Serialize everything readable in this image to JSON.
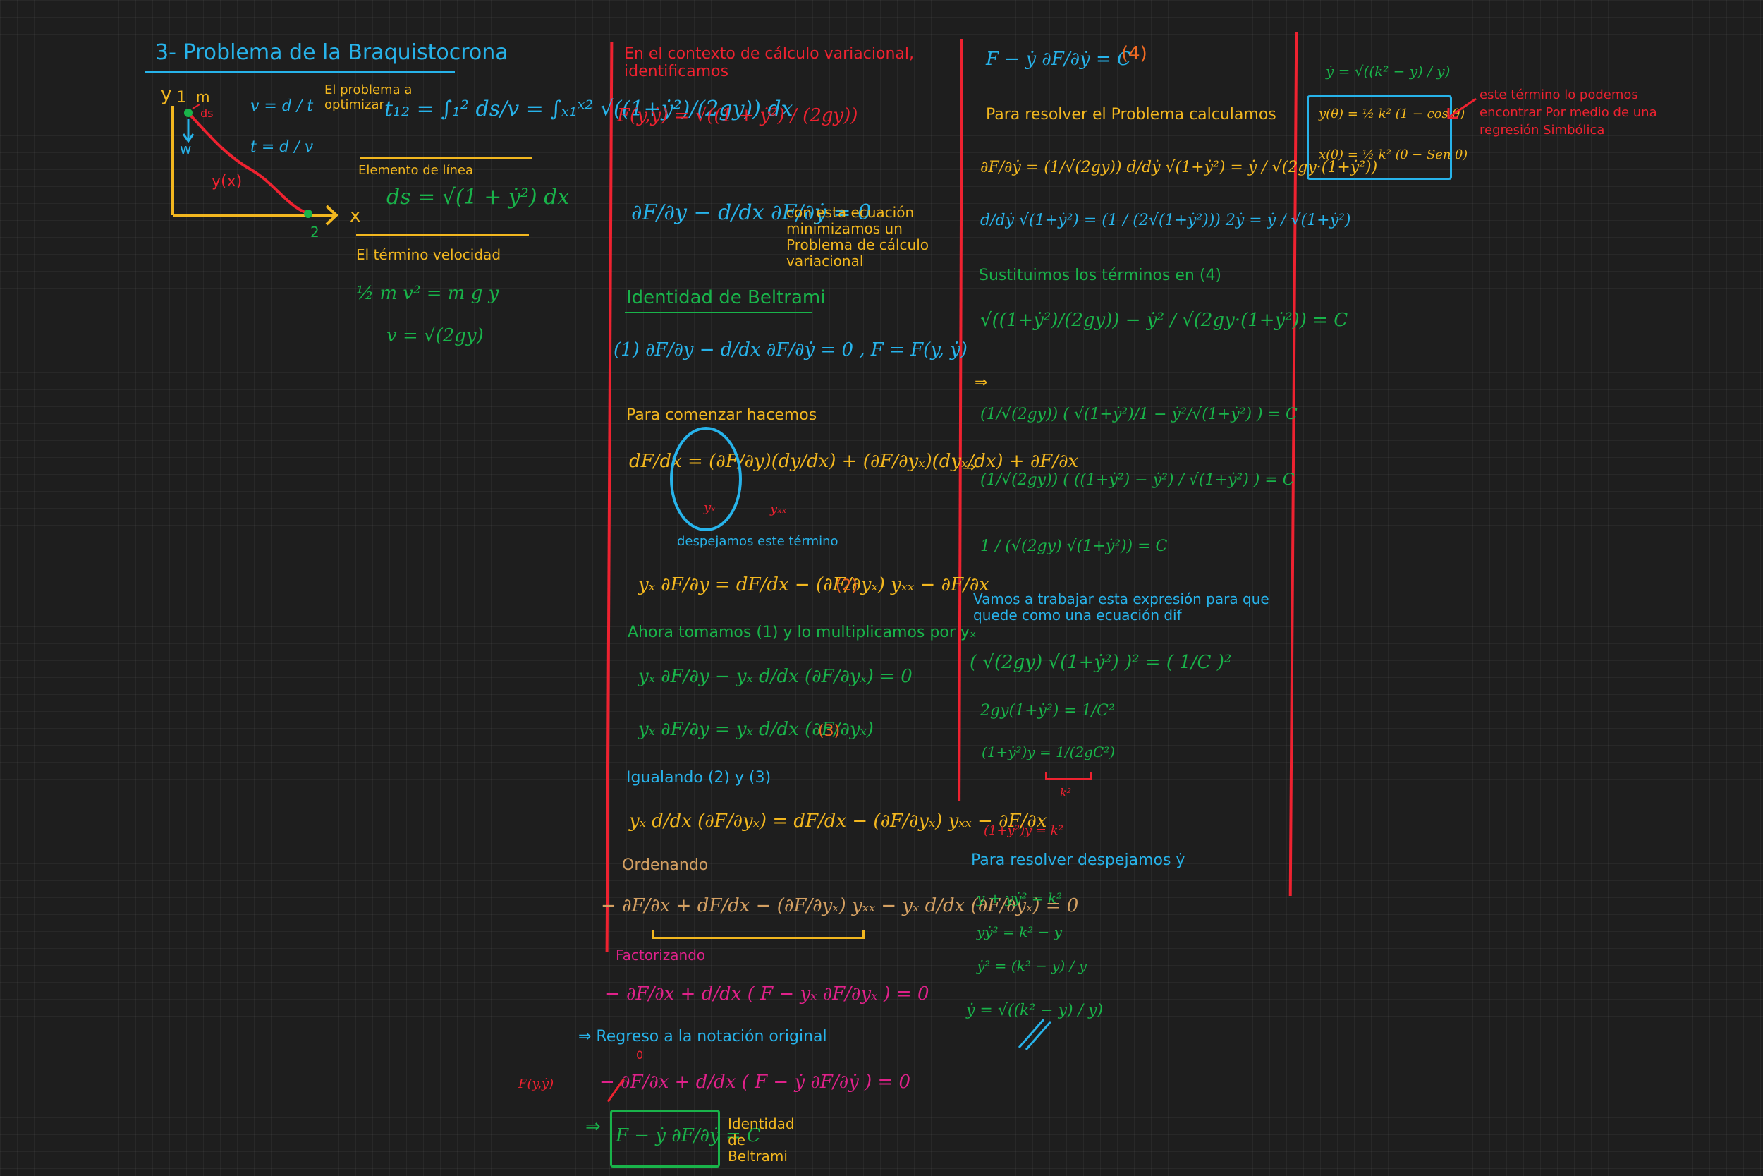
{
  "col1": {
    "title": "3- Problema de la Braquistocrona",
    "axis_y": "y",
    "axis_x": "x",
    "point_1": "1",
    "point_2": "2",
    "mass": "m",
    "ds": "ds",
    "w": "w",
    "curve_label": "y(x)",
    "v_eq": "v = d / t",
    "t_eq": "t = d / v",
    "problem_label": "El problema a optimizar",
    "t12_eq": "t₁₂ = ∫₁² ds/v = ∫ₓ₁ˣ² √((1+ẏ²)/(2gy)) dx",
    "line_element_label": "Elemento de línea",
    "ds_eq": "ds = √(1 + ẏ²) dx",
    "velocity_label": "El término velocidad",
    "energy_eq": "½ m v² = m g y",
    "v_result": "v = √(2gy)"
  },
  "col2": {
    "intro": "En el contexto de cálculo variacional, identificamos",
    "F_def": "F(y,ẏ) = √((1 + ẏ²) / (2gy))",
    "euler_lagrange": "∂F/∂y − d/dx ∂F/∂ẏ = 0",
    "el_note": "con esta ecuación minimizamos un Problema de cálculo variacional",
    "beltrami_heading": "Identidad de Beltrami",
    "eq1": "(1)  ∂F/∂y − d/dx ∂F/∂ẏ = 0 ,  F = F(y, ẏ)",
    "start_label": "Para comenzar hacemos",
    "chain_rule": "dF/dx = (∂F/∂y)(dy/dx) + (∂F/∂yₓ)(dyₓ/dx) + ∂F/∂x",
    "yx": "yₓ",
    "yxx": "yₓₓ",
    "isolate_label": "despejamos este término",
    "eq2": "yₓ ∂F/∂y = dF/dx − (∂F/∂yₓ) yₓₓ − ∂F/∂x",
    "eq2_tag": "(2)",
    "multiply_label": "Ahora tomamos (1) y lo multiplicamos por yₓ",
    "mult_eq": "yₓ ∂F/∂y − yₓ d/dx (∂F/∂yₓ) = 0",
    "eq3": "yₓ ∂F/∂y = yₓ d/dx (∂F/∂yₓ)",
    "eq3_tag": "(3)",
    "equate_label": "Igualando (2) y (3)",
    "equated": "yₓ d/dx (∂F/∂yₓ) = dF/dx − (∂F/∂yₓ) yₓₓ − ∂F/∂x",
    "order_label": "Ordenando",
    "ordered": "− ∂F/∂x + dF/dx − (∂F/∂yₓ) yₓₓ − yₓ d/dx (∂F/∂yₓ) = 0",
    "factor_label": "Factorizando",
    "factored": "− ∂F/∂x + d/dx ( F − yₓ ∂F/∂yₓ ) = 0",
    "return_label": "⇒ Regreso a la notación original",
    "F_side": "F(y,ẏ)",
    "zero_mark": "0",
    "original": "− ∂F/∂x + d/dx ( F − ẏ ∂F/∂ẏ ) = 0",
    "arrow": "⇒",
    "beltrami_result": "F − ẏ ∂F/∂ẏ = C",
    "beltrami_caption": "Identidad de Beltrami"
  },
  "col3": {
    "eq4": "F − ẏ ∂F/∂ẏ = C",
    "eq4_tag": "(4)",
    "solve_label": "Para resolver el Problema calculamos",
    "dFdy_eq": "∂F/∂ẏ = (1/√(2gy)) d/dẏ √(1+ẏ²) = ẏ / √(2gy·(1+ẏ²))",
    "deriv_eq": "d/dẏ √(1+ẏ²) = (1 / (2√(1+ẏ²))) 2ẏ = ẏ / √(1+ẏ²)",
    "subst_label": "Sustituimos los términos en (4)",
    "subst_eq": "√((1+ẏ²)/(2gy)) − ẏ² / √(2gy·(1+ẏ²)) = C",
    "imp1": "⇒",
    "step1": "(1/√(2gy)) ( √(1+ẏ²)/1 − ẏ²/√(1+ẏ²) ) = C",
    "imp2": "⇒",
    "step2": "(1/√(2gy)) ( ((1+ẏ²) − ẏ²) / √(1+ẏ²) ) = C",
    "step3": "1 / (√(2gy) √(1+ẏ²)) = C",
    "work_label": "Vamos a trabajar esta expresión para que quede como una ecuación dif",
    "sq_eq": "( √(2gy) √(1+ẏ²) )² = ( 1/C )²",
    "sq_eq2": "2gy(1+ẏ²) = 1/C²",
    "sq_eq3": "(1+ẏ²)y = 1/(2gC²)",
    "k2": "k²",
    "sq_eq4": "(1+ẏ²)y = k²",
    "isolate_label": "Para resolver despejamos ẏ",
    "s1": "y + yẏ² = k²",
    "s2": "yẏ² = k² − y",
    "s3": "ẏ² = (k² − y) / y",
    "s4": "ẏ = √((k² − y) / y)"
  },
  "col4": {
    "ydot": "ẏ = √((k² − y) / y)",
    "y_theta": "y(θ) = ½ k² (1 − cos θ)",
    "x_theta": "x(θ) = ½ k² (θ − Sen θ)",
    "note": "este término lo podemos encontrar Por medio de una regresión Simbólica"
  }
}
